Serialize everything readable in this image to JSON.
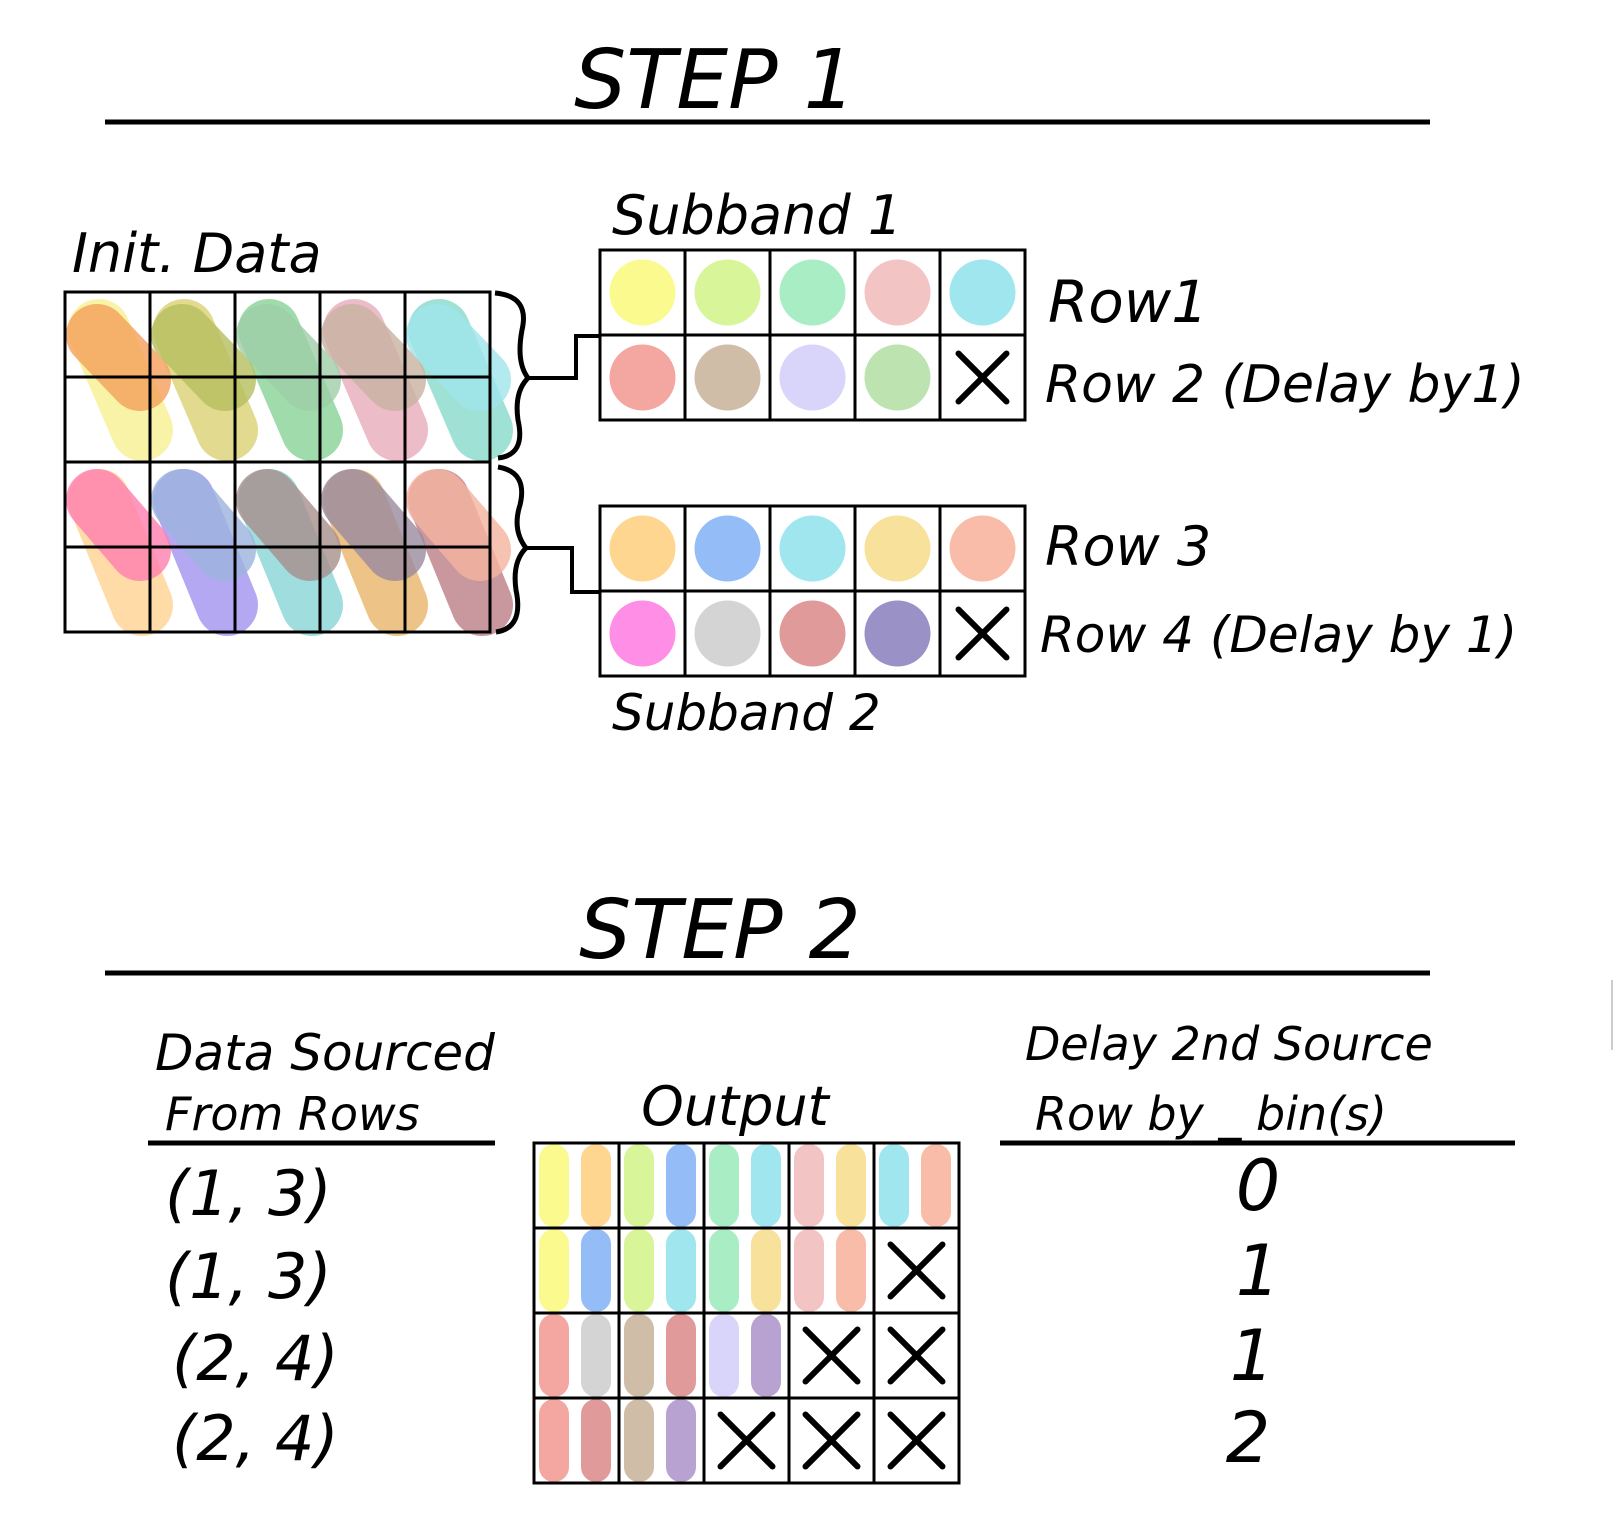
{
  "step1": {
    "title": "STEP 1",
    "init_label": "Init. Data",
    "subband1_label": "Subband 1",
    "subband2_label": "Subband 2",
    "row_labels": [
      "Row1",
      "Row 2 (Delay by1)",
      "Row 3",
      "Row 4 (Delay by 1)"
    ],
    "init_grid": {
      "rows": 4,
      "cols": 5,
      "streaks_top": [
        "#f5a05a",
        "#b7bf5f",
        "#9fcfa8",
        "#c9b4a2",
        "#9fe6ec"
      ],
      "streaks_top_alt": [
        "#f8f08a",
        "#d9cf6a",
        "#7fcf8f",
        "#e6a6b8",
        "#7fd8c6"
      ],
      "streaks_bottom": [
        "#ff7fb0",
        "#9db4de",
        "#a88f8c",
        "#9a8aa0",
        "#f5b4a0"
      ],
      "streaks_bottom_alt": [
        "#ffd08a",
        "#9c8cf0",
        "#7fd2d4",
        "#e8b060",
        "#b8757e"
      ]
    },
    "subband1": [
      [
        "#fafa8f",
        "#d8f59a",
        "#a8edc4",
        "#f2c4c4",
        "#a0e6ee"
      ],
      [
        "#f4a6a0",
        "#cfbda8",
        "#d9d4fa",
        "#bde3b0",
        "X"
      ]
    ],
    "subband2": [
      [
        "#ffd690",
        "#94bdf8",
        "#a0e6ee",
        "#f8e19a",
        "#f8bca8"
      ],
      [
        "#ff8ee6",
        "#d4d4d4",
        "#e09a9a",
        "#9a92c6",
        "X"
      ]
    ]
  },
  "step2": {
    "title": "STEP 2",
    "sources_header": [
      "Data Sourced",
      "From Rows"
    ],
    "sources": [
      "(1, 3)",
      "(1, 3)",
      "(2, 4)",
      "(2, 4)"
    ],
    "output_label": "Output",
    "delay_header": [
      "Delay 2nd Source",
      "Row by _ bin(s)"
    ],
    "delays": [
      "0",
      "1",
      "1",
      "2"
    ],
    "output": [
      [
        [
          "#fafa8f",
          "#ffd690"
        ],
        [
          "#d8f59a",
          "#94bdf8"
        ],
        [
          "#a8edc4",
          "#a0e6ee"
        ],
        [
          "#f2c4c4",
          "#f8e19a"
        ],
        [
          "#a0e6ee",
          "#f8bca8"
        ]
      ],
      [
        [
          "#fafa8f",
          "#94bdf8"
        ],
        [
          "#d8f59a",
          "#a0e6ee"
        ],
        [
          "#a8edc4",
          "#f8e19a"
        ],
        [
          "#f2c4c4",
          "#f8bca8"
        ],
        "X"
      ],
      [
        [
          "#f4a6a0",
          "#d4d4d4"
        ],
        [
          "#cfbda8",
          "#e09a9a"
        ],
        [
          "#d9d4fa",
          "#b8a2d2"
        ],
        "X",
        "X"
      ],
      [
        [
          "#f4a6a0",
          "#e09a9a"
        ],
        [
          "#cfbda8",
          "#b8a2d2"
        ],
        "X",
        "X",
        "X"
      ]
    ]
  }
}
